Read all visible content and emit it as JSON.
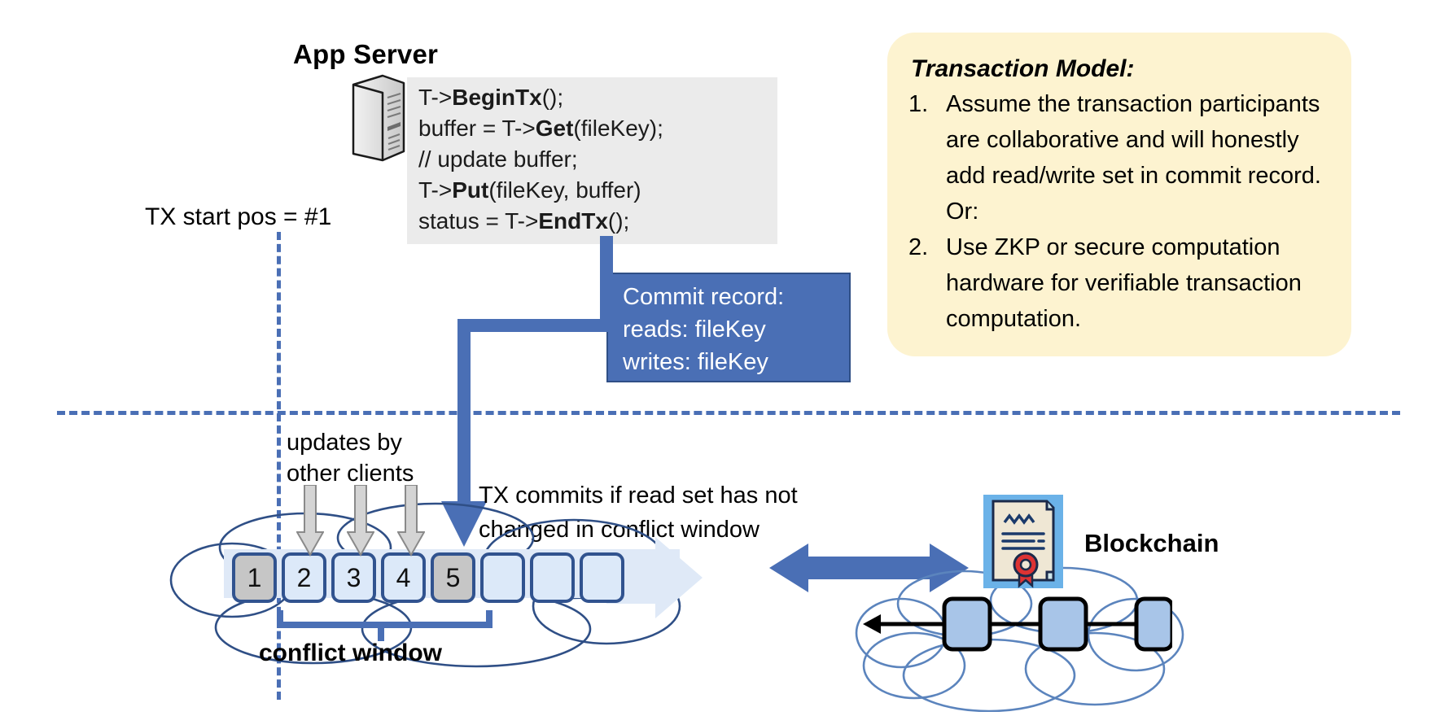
{
  "app_server": {
    "title": "App Server",
    "server_icon": "server-icon",
    "code_lines": [
      {
        "pre": "T->",
        "bold": "BeginTx",
        "post": "();"
      },
      {
        "pre": "buffer = T->",
        "bold": "Get",
        "post": "(fileKey);"
      },
      {
        "pre": "// update buffer;",
        "bold": "",
        "post": ""
      },
      {
        "pre": "T->",
        "bold": "Put",
        "post": "(fileKey, buffer)"
      },
      {
        "pre": "status = T->",
        "bold": "EndTx",
        "post": "();"
      }
    ]
  },
  "commit_record": {
    "lines": [
      "Commit record:",
      "reads: fileKey",
      "writes: fileKey"
    ]
  },
  "transaction_model": {
    "title": "Transaction Model:",
    "items": [
      {
        "num": "1.",
        "text": "Assume the transaction participants are collaborative and will honestly add read/write set in commit record.  Or:"
      },
      {
        "num": "2.",
        "text": "Use ZKP or secure computation hardware for verifiable transaction computation."
      }
    ]
  },
  "labels": {
    "tx_start_pos": "TX start pos = #1",
    "updates_by_other_clients": "updates by\nother clients",
    "tx_commits": "TX commits if read set has not\nchanged in conflict window",
    "conflict_window": "conflict window",
    "blockchain": "Blockchain"
  },
  "ledger": {
    "boxes": [
      {
        "label": "1",
        "filled": true
      },
      {
        "label": "2",
        "filled": false
      },
      {
        "label": "3",
        "filled": false
      },
      {
        "label": "4",
        "filled": false
      },
      {
        "label": "5",
        "filled": true
      },
      {
        "label": "",
        "filled": false
      },
      {
        "label": "",
        "filled": false
      },
      {
        "label": "",
        "filled": false
      }
    ]
  },
  "blockchain": {
    "block_count": 3,
    "contract_icon": "contract-certificate-icon",
    "cloud_icon": "cloud-icon"
  },
  "colors": {
    "accent_blue": "#4a6fb5",
    "dark_blue": "#31538f",
    "code_bg": "#ebebeb",
    "callout_yellow": "#fdf3d0",
    "ledger_box": "#dce9f9",
    "ledger_filled": "#c6c6c6",
    "block_fill": "#a8c5e8"
  }
}
